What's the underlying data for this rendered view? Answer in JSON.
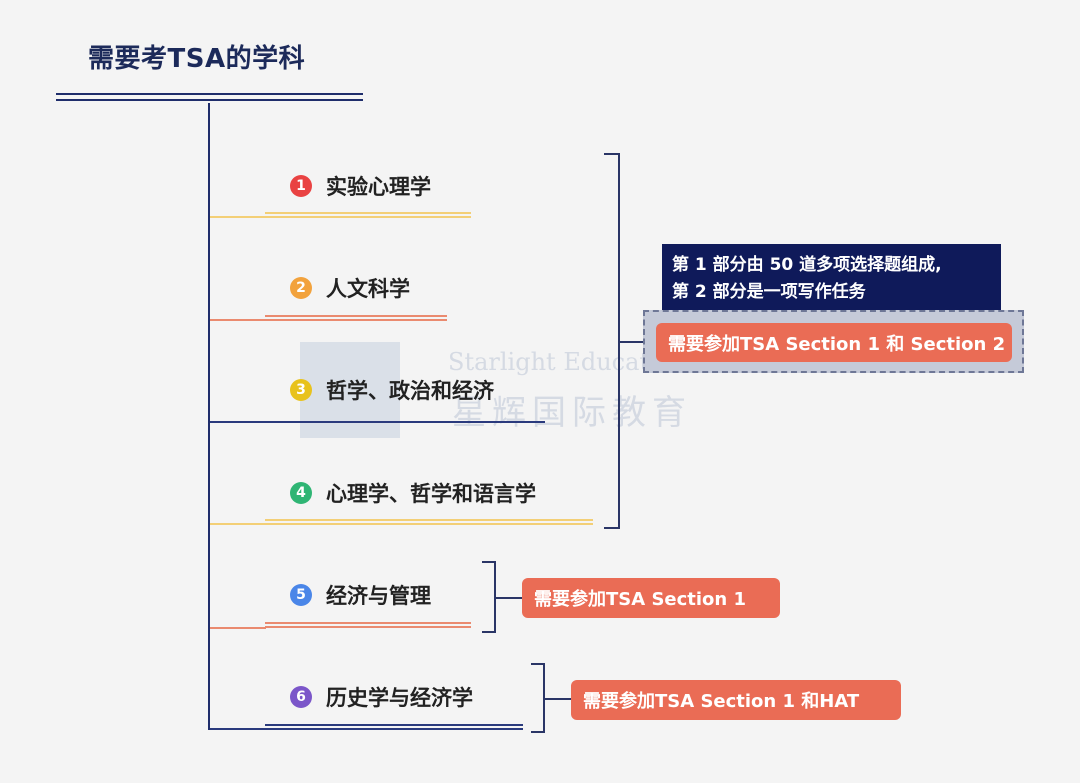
{
  "title": "需要考TSA的学科",
  "colors": {
    "navy": "#1f2d6b",
    "yellow": "#f3cf76",
    "salmon": "#ea8a6f",
    "tag": "#ea6c55",
    "dark_note": "#0f1a5a"
  },
  "subjects": [
    {
      "num": "1",
      "label": "实验心理学",
      "num_color": "#e94242",
      "line_color": "#f3cf76"
    },
    {
      "num": "2",
      "label": "人文科学",
      "num_color": "#f2a23c",
      "line_color": "#ea8a6f"
    },
    {
      "num": "3",
      "label": "哲学、政治和经济",
      "num_color": "#e8c21c",
      "line_color": "#2a3a7d"
    },
    {
      "num": "4",
      "label": "心理学、哲学和语言学",
      "num_color": "#2fb574",
      "line_color": "#f3cf76"
    },
    {
      "num": "5",
      "label": "经济与管理",
      "num_color": "#4a86e8",
      "line_color": "#ea8a6f"
    },
    {
      "num": "6",
      "label": "历史学与经济学",
      "num_color": "#7b56c9",
      "line_color": "#2a3a7d"
    }
  ],
  "group_note": {
    "line1": "第 1 部分由 50 道多项选择题组成,",
    "line2": "第 2 部分是一项写作任务"
  },
  "tags": {
    "group_1_4": "需要参加TSA Section 1 和 Section 2",
    "item_5": "需要参加TSA Section 1",
    "item_6": "需要参加TSA Section 1 和HAT"
  },
  "watermark": {
    "en": "Starlight Education",
    "cn": "星辉国际教育"
  }
}
